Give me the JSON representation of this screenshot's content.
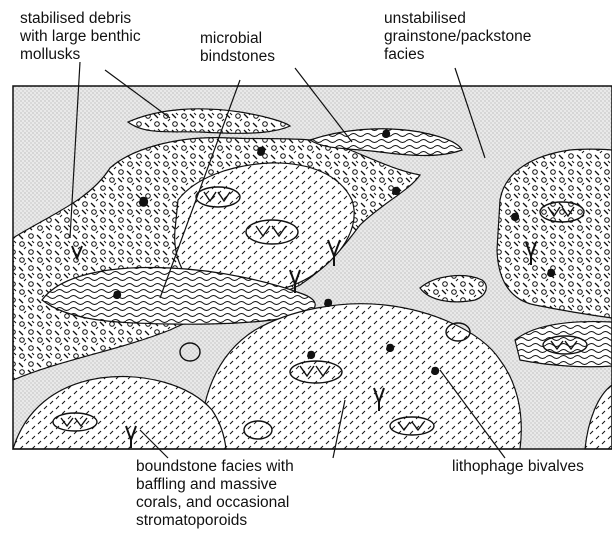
{
  "labels": {
    "stabilised_debris": "stabilised debris\nwith large benthic\nmollusks",
    "microbial": "microbial\nbindstones",
    "unstabilised": "unstabilised\ngrainstone/packstone\nfacies",
    "boundstone": "boundstone facies with\nbaffling and massive\ncorals, and occasional\nstromatoporoids",
    "lithophage": "lithophage bivalves"
  }
}
